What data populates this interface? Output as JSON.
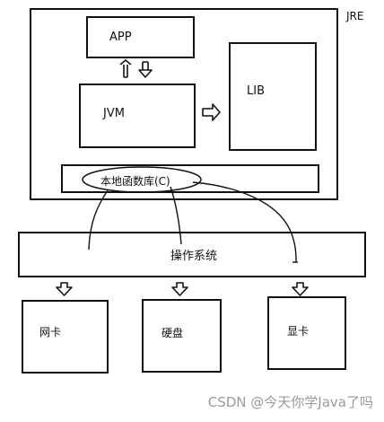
{
  "labels": {
    "jre": "JRE",
    "app": "APP",
    "jvm": "JVM",
    "lib": "LIB",
    "native_lib": "本地函数库(C)",
    "os": "操作系统",
    "nic": "网卡",
    "disk": "硬盘",
    "gpu": "显卡"
  },
  "watermark": "CSDN @今天你学Java了吗"
}
